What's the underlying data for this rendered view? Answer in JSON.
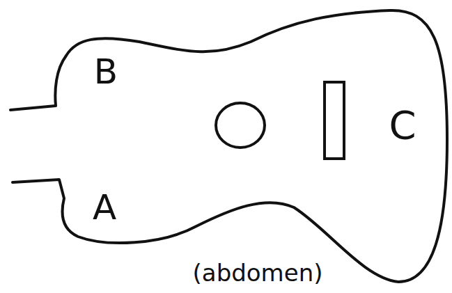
{
  "diagram": {
    "caption": "(abdomen)",
    "labels": [
      "B",
      "A",
      "C"
    ]
  }
}
